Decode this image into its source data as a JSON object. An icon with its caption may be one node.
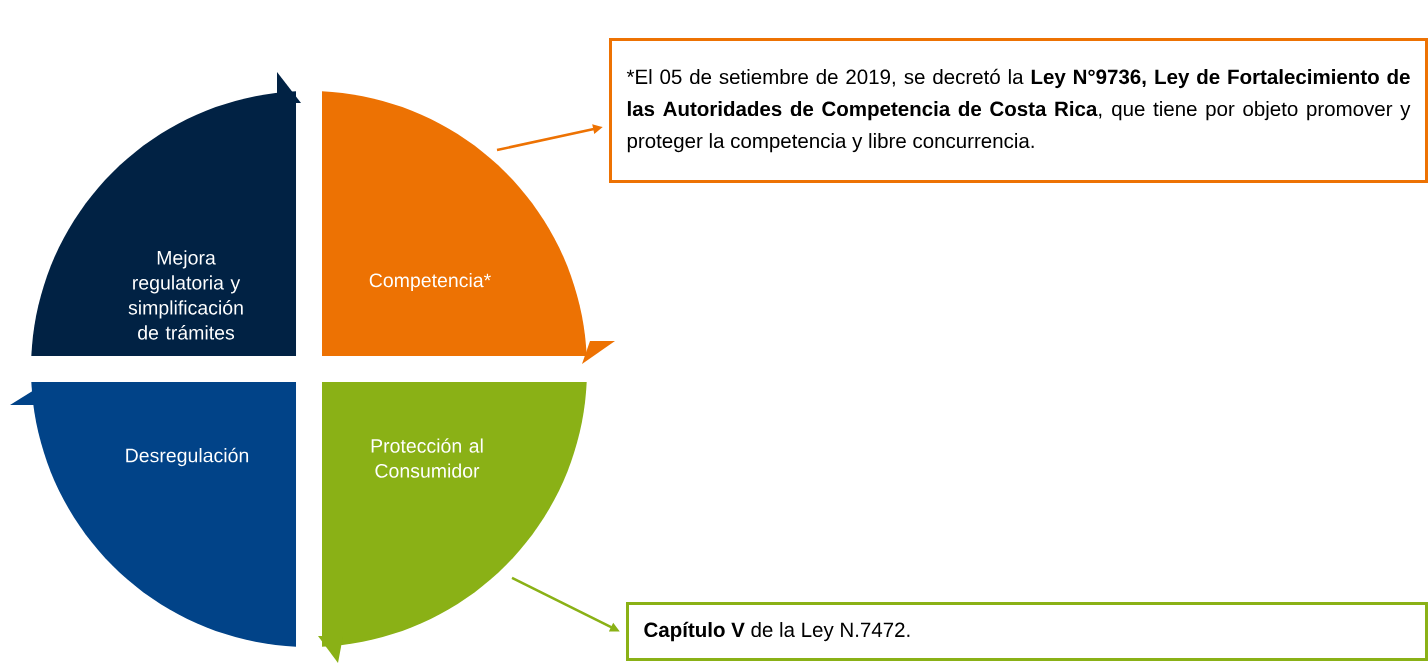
{
  "diagram": {
    "nodes": [
      {
        "text": [
          "Mejora regulatoria y simplificación de trámites"
        ]
      },
      {
        "text": [
          "Competencia*"
        ]
      },
      {
        "text": [
          "Desregulación"
        ]
      },
      {
        "text": [
          "Protección al Consumidor"
        ]
      },
      {
        "text": [
          "*El 05 de setiembre de 2019, se decretó la **Ley N°9736, Ley de Fortalecimiento de las Autoridades de Competencia de Costa Rica**, que tiene por objeto promover y proteger la competencia y libre concurrencia."
        ]
      },
      {
        "text": [
          "**Capítulo V** de la Ley N.7472."
        ]
      }
    ],
    "edges": [
      {
        "from": 1,
        "to": 4,
        "arrow": "to",
        "color": "#ed7203"
      },
      {
        "from": 3,
        "to": 5,
        "arrow": "to",
        "color": "#8ab116"
      }
    ]
  }
}
